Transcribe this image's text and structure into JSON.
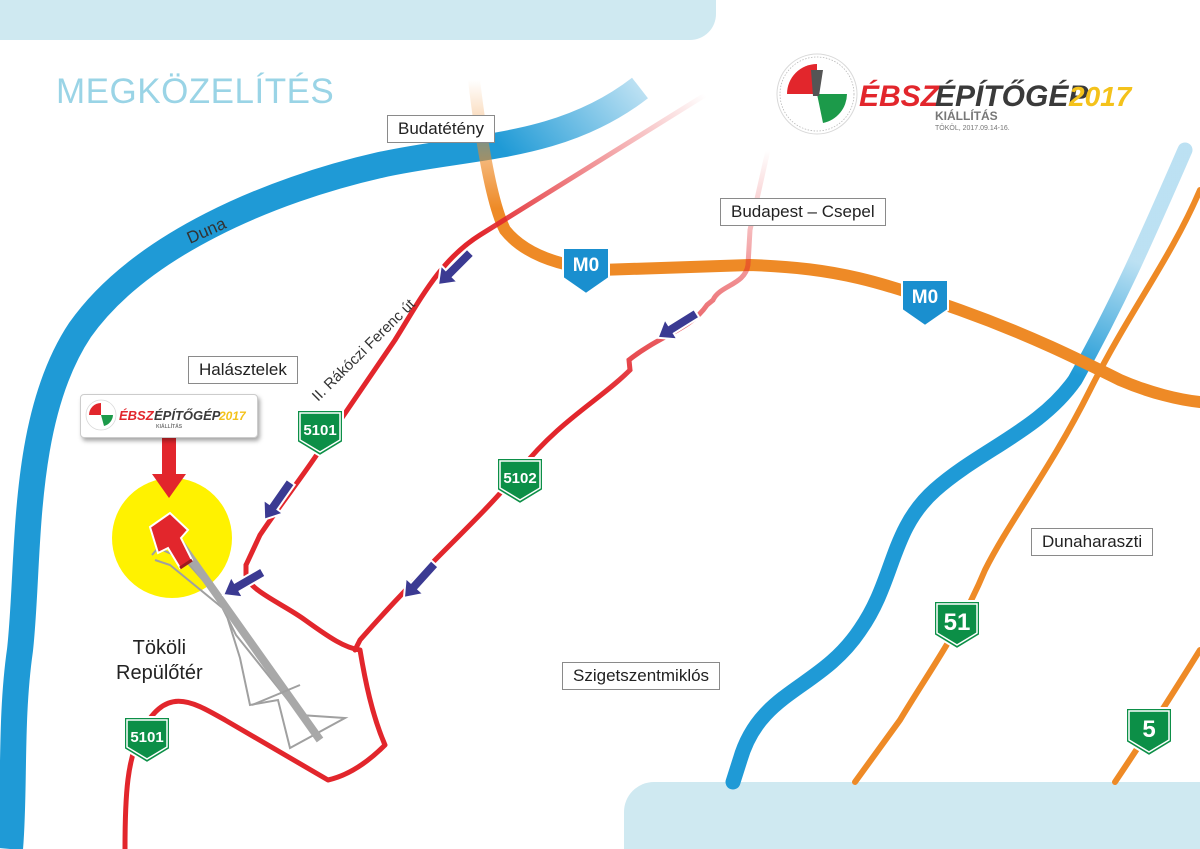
{
  "title": "MEGKÖZELÍTÉS",
  "places": {
    "budateteny": "Budatétény",
    "budapest_csepel": "Budapest – Csepel",
    "halasztelek": "Halásztelek",
    "dunaharaszti": "Dunaharaszti",
    "szigetszentmiklos": "Szigetszentmiklós"
  },
  "airport": {
    "line1": "Tököli",
    "line2": "Repülőtér"
  },
  "river": "Duna",
  "street": "II. Rákóczi Ferenc út",
  "road_shields": {
    "m0_a": "M0",
    "m0_b": "M0",
    "r5101_a": "5101",
    "r5101_b": "5101",
    "r5102": "5102",
    "r51": "51",
    "r5": "5"
  },
  "logo": {
    "brand_a": "ÉBSZ",
    "brand_b": "ÉPÍTŐGÉP",
    "year": "2017",
    "sub": "KIÁLLÍTÁS",
    "event": "TÖKÖL, 2017.09.14-16."
  },
  "colors": {
    "panel": "#cfe9f1",
    "river": "#1f9ad6",
    "motorway": "#ee8a26",
    "main_road": "#e2262c",
    "arrow": "#3b3a92",
    "highlight": "#fff200",
    "shield_blue": "#1a8fcf",
    "shield_green": "#0c8f47"
  }
}
